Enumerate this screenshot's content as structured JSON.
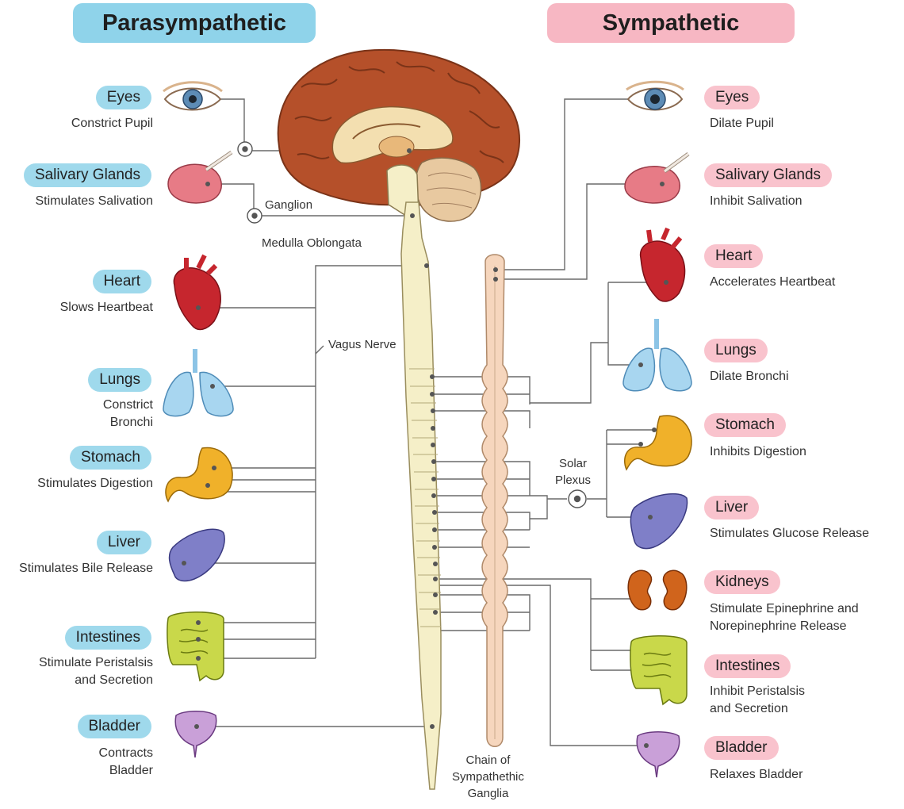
{
  "headers": {
    "parasympathetic": "Parasympathetic",
    "sympathetic": "Sympathetic"
  },
  "parasympathetic": [
    {
      "organ": "Eyes",
      "effect": "Constrict Pupil"
    },
    {
      "organ": "Salivary Glands",
      "effect": "Stimulates Salivation"
    },
    {
      "organ": "Heart",
      "effect": "Slows Heartbeat"
    },
    {
      "organ": "Lungs",
      "effect": "Constrict\nBronchi"
    },
    {
      "organ": "Stomach",
      "effect": "Stimulates Digestion"
    },
    {
      "organ": "Liver",
      "effect": "Stimulates Bile Release"
    },
    {
      "organ": "Intestines",
      "effect": "Stimulate Peristalsis\nand Secretion"
    },
    {
      "organ": "Bladder",
      "effect": "Contracts\nBladder"
    }
  ],
  "sympathetic": [
    {
      "organ": "Eyes",
      "effect": "Dilate Pupil"
    },
    {
      "organ": "Salivary Glands",
      "effect": "Inhibit Salivation"
    },
    {
      "organ": "Heart",
      "effect": "Accelerates Heartbeat"
    },
    {
      "organ": "Lungs",
      "effect": "Dilate Bronchi"
    },
    {
      "organ": "Stomach",
      "effect": "Inhibits Digestion"
    },
    {
      "organ": "Liver",
      "effect": "Stimulates Glucose Release"
    },
    {
      "organ": "Kidneys",
      "effect": "Stimulate Epinephrine and\nNorepinephrine Release"
    },
    {
      "organ": "Intestines",
      "effect": "Inhibit Peristalsis\nand Secretion"
    },
    {
      "organ": "Bladder",
      "effect": "Relaxes Bladder"
    }
  ],
  "labels": {
    "ganglion": "Ganglion",
    "medulla": "Medulla Oblongata",
    "vagus": "Vagus Nerve",
    "solar_plexus": "Solar\nPlexus",
    "chain": "Chain of\nSympathethic\nGanglia"
  },
  "colors": {
    "parasympathetic": "#8fd3ea",
    "sympathetic": "#f7b7c3",
    "spinal_cord": "#f5efc8",
    "ganglia_chain": "#f6d6bd",
    "brain": "#b5502a"
  }
}
